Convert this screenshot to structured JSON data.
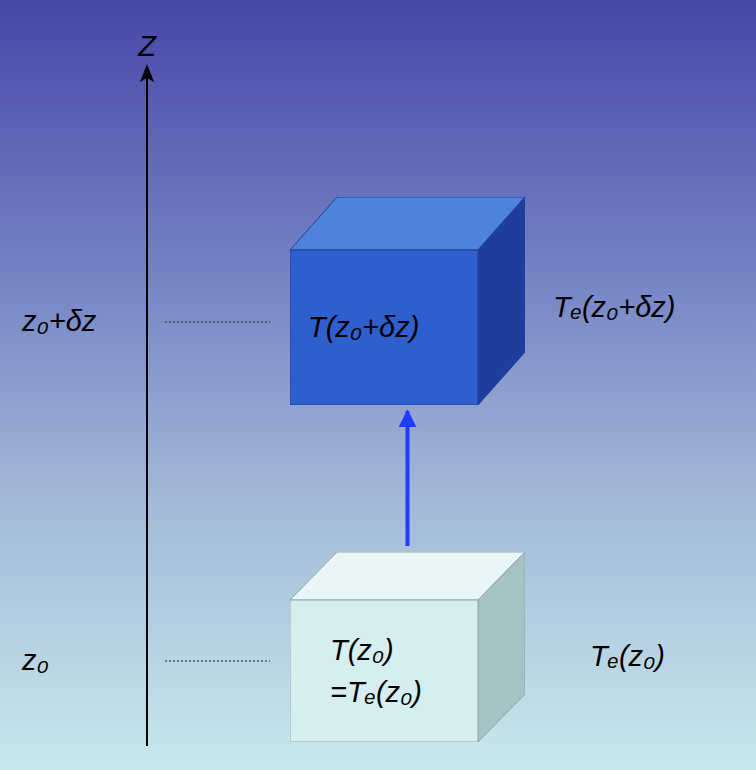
{
  "diagram": {
    "nodes": [
      {
        "text": [
          "T(z₀+δz)"
        ]
      },
      {
        "text": [
          "T(z₀) =Tₑ(z₀)"
        ]
      }
    ],
    "edges": [
      {
        "from": 1,
        "to": 0,
        "arrow": "to"
      }
    ],
    "labels": [
      "Z",
      "z₀+δz",
      "z₀",
      "Tₑ(z₀+δz)",
      "Tₑ(z₀)"
    ]
  }
}
